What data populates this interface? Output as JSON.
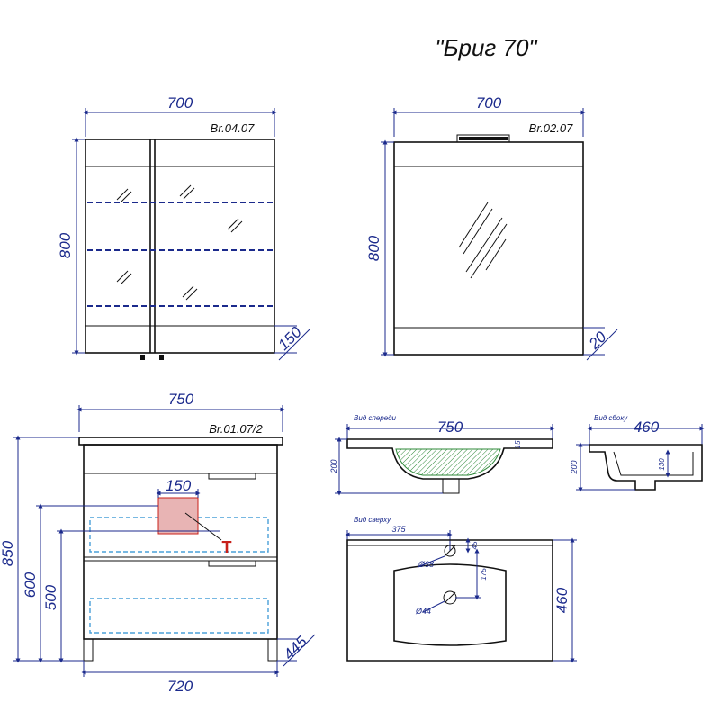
{
  "title": "\"Бриг 70\"",
  "mirror_cabinet": {
    "code": "Br.04.07",
    "width": "700",
    "height": "800",
    "bottom": "150"
  },
  "mirror": {
    "code": "Br.02.07",
    "width": "700",
    "height": "800",
    "bottom": "20"
  },
  "vanity": {
    "code": "Br.01.07/2",
    "top_width": "750",
    "body_width": "720",
    "height": "850",
    "h600": "600",
    "h500": "500",
    "depth": "445",
    "cutout": "150",
    "marker": "T"
  },
  "sink_front": {
    "label": "Вид спереди",
    "width": "750",
    "height": "200",
    "thickness": "15"
  },
  "sink_side": {
    "label": "Вид сбоку",
    "width": "460",
    "height": "200",
    "depth_inner": "130"
  },
  "sink_top": {
    "label": "Вид сверху",
    "offset": "375",
    "d38": "Ø38",
    "d44": "Ø44",
    "off45": "45",
    "off175": "175",
    "depth": "460"
  },
  "colors": {
    "dimension": "#1b2a8c",
    "outline": "#111111",
    "marker": "#c8201a",
    "drawer_dash": "#4aa0d8",
    "cutout_fill": "#e8b4b4"
  }
}
